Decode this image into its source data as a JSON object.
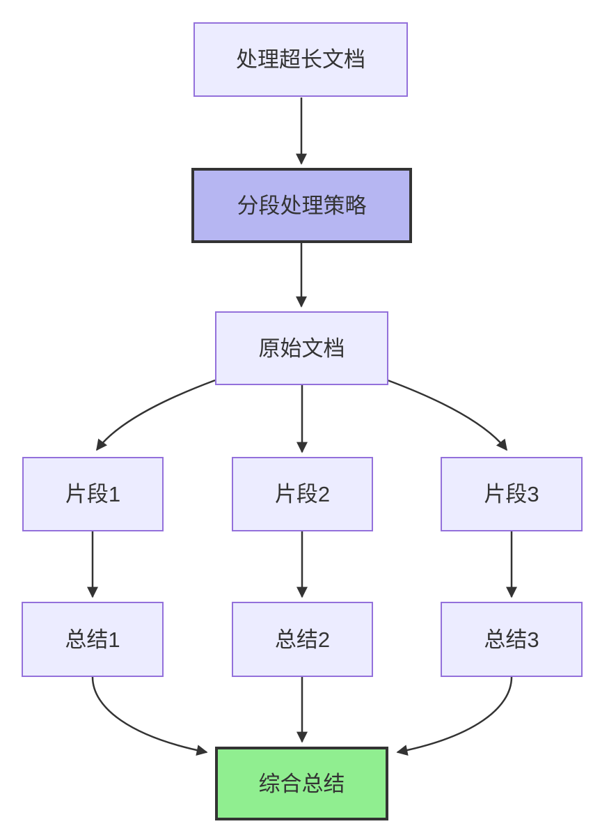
{
  "diagram": {
    "type": "flowchart",
    "direction": "top-down",
    "nodes": [
      {
        "id": "start",
        "label": "处理超长文档",
        "kind": "default"
      },
      {
        "id": "strategy",
        "label": "分段处理策略",
        "kind": "strategy"
      },
      {
        "id": "source",
        "label": "原始文档",
        "kind": "default"
      },
      {
        "id": "chunk1",
        "label": "片段1",
        "kind": "default"
      },
      {
        "id": "chunk2",
        "label": "片段2",
        "kind": "default"
      },
      {
        "id": "chunk3",
        "label": "片段3",
        "kind": "default"
      },
      {
        "id": "summary1",
        "label": "总结1",
        "kind": "default"
      },
      {
        "id": "summary2",
        "label": "总结2",
        "kind": "default"
      },
      {
        "id": "summary3",
        "label": "总结3",
        "kind": "default"
      },
      {
        "id": "final",
        "label": "综合总结",
        "kind": "result"
      }
    ],
    "edges": [
      {
        "from": "处理超长文档",
        "to": "分段处理策略"
      },
      {
        "from": "分段处理策略",
        "to": "原始文档"
      },
      {
        "from": "原始文档",
        "to": "片段1"
      },
      {
        "from": "原始文档",
        "to": "片段2"
      },
      {
        "from": "原始文档",
        "to": "片段3"
      },
      {
        "from": "片段1",
        "to": "总结1"
      },
      {
        "from": "片段2",
        "to": "总结2"
      },
      {
        "from": "片段3",
        "to": "总结3"
      },
      {
        "from": "总结1",
        "to": "综合总结"
      },
      {
        "from": "总结2",
        "to": "综合总结"
      },
      {
        "from": "总结3",
        "to": "综合总结"
      }
    ],
    "colors": {
      "node_fill": "#ECECFF",
      "node_border": "#9370DB",
      "strategy_fill": "#B6B6F2",
      "result_fill": "#90EE90",
      "dark_border": "#333333",
      "edge_color": "#333333",
      "text_color": "#333333"
    }
  }
}
